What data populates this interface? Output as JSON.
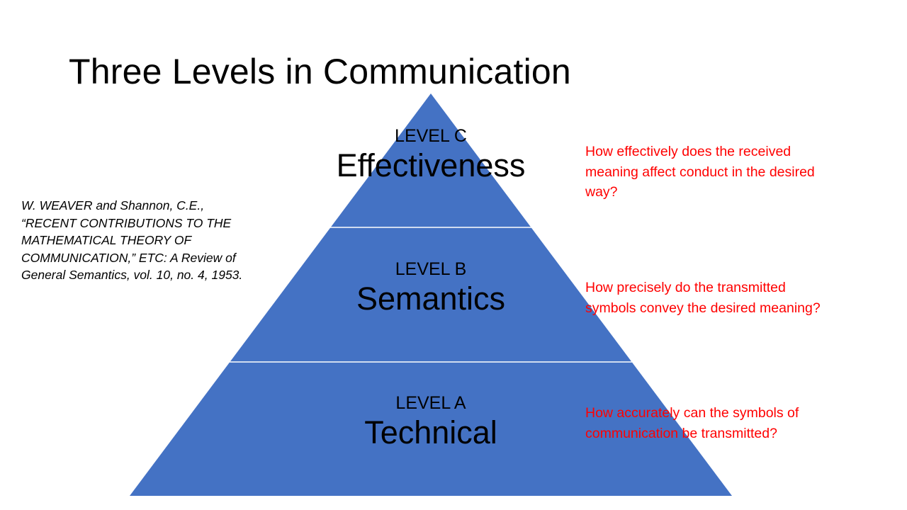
{
  "slide": {
    "title": "Three Levels in Communication"
  },
  "citation": {
    "lines": [
      "W. WEAVER and Shannon, C.E.,",
      "“RECENT CONTRIBUTIONS TO THE",
      "MATHEMATICAL  THEORY OF",
      "COMMUNICATION,” ETC: A Review of",
      "General Semantics, vol. 10, no. 4, 1953."
    ]
  },
  "pyramid": {
    "fill_color": "#4472c4",
    "divider_color": "#ffffff",
    "levels": [
      {
        "label": "LEVEL C",
        "name": "Effectiveness",
        "question_lines": [
          "How effectively does the received",
          "meaning affect conduct in the desired",
          "way?"
        ]
      },
      {
        "label": "LEVEL B",
        "name": "Semantics",
        "question_lines": [
          "How precisely do the transmitted",
          "symbols convey the desired meaning?"
        ]
      },
      {
        "label": "LEVEL A",
        "name": "Technical",
        "question_lines": [
          "How accurately can the symbols of",
          "communication be transmitted?"
        ]
      }
    ],
    "question_color": "#ff0000"
  }
}
